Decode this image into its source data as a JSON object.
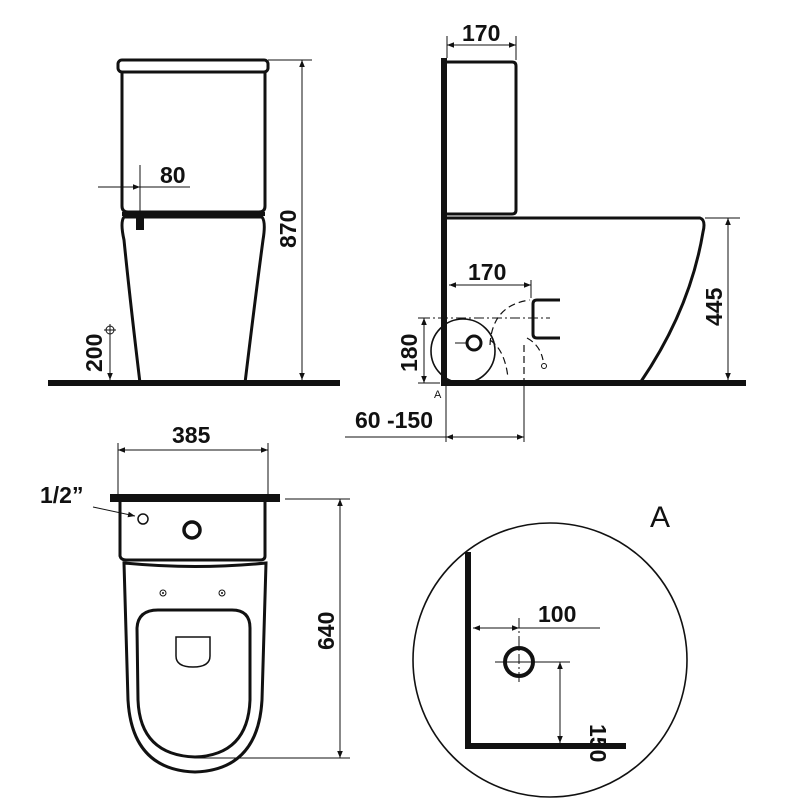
{
  "colors": {
    "line": "#111111",
    "background": "#ffffff"
  },
  "front_view": {
    "dim_bracket": "80",
    "dim_height": "870",
    "dim_inlet_height": "200"
  },
  "side_view": {
    "dim_tank_depth": "170",
    "dim_outlet_offset": "170",
    "dim_outlet_height": "180",
    "dim_seat_height": "445",
    "dim_wall_distance": "60 -150",
    "detail_marker": "A"
  },
  "top_view": {
    "dim_width": "385",
    "inlet_label": "1/2”",
    "dim_depth": "640"
  },
  "detail_a": {
    "title": "A",
    "dim_horizontal": "100",
    "dim_vertical": "150"
  }
}
